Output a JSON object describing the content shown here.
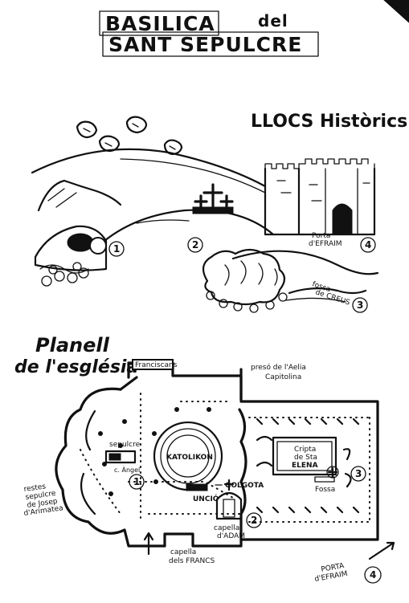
{
  "title": {
    "line1_a": "BASILICA",
    "line1_b": "del",
    "line2": "SANT SEPULCRE"
  },
  "historic": {
    "heading": "LLOCS Històrics",
    "marker_1": "1",
    "marker_2": "2",
    "marker_3": "3",
    "marker_4": "4",
    "porta_line1": "Porta",
    "porta_line2": "d'EFRAIM",
    "fossa_line1": "fossa",
    "fossa_line2": "de CREUS"
  },
  "plan": {
    "heading_line1": "Planell",
    "heading_line2": "de l'església",
    "franciscans": "Franciscans",
    "preso_line1": "presó de l'Aelia",
    "preso_line2": "Capitolina",
    "sepulcre": "sepulcre",
    "c_angel": "c. Àngel",
    "katolikon": "KATOLIKON",
    "uncio": "UNCIÓ",
    "golgota": "GOLGOTA",
    "cripta_line1": "Cripta",
    "cripta_line2": "de Sta",
    "cripta_line3": "ELENA",
    "fossa": "Fossa",
    "restes_line1": "restes",
    "restes_line2": "sepulcre",
    "restes_line3": "de Josep",
    "restes_line4": "d'Arimatea",
    "capella_adam_line1": "capella",
    "capella_adam_line2": "d'ADAM",
    "capella_francs_line1": "capella",
    "capella_francs_line2": "dels FRANCS",
    "porta_line1": "PORTA",
    "porta_line2": "d'EFRAIM",
    "marker_1": "1",
    "marker_2": "2",
    "marker_3": "3",
    "marker_4": "4"
  }
}
